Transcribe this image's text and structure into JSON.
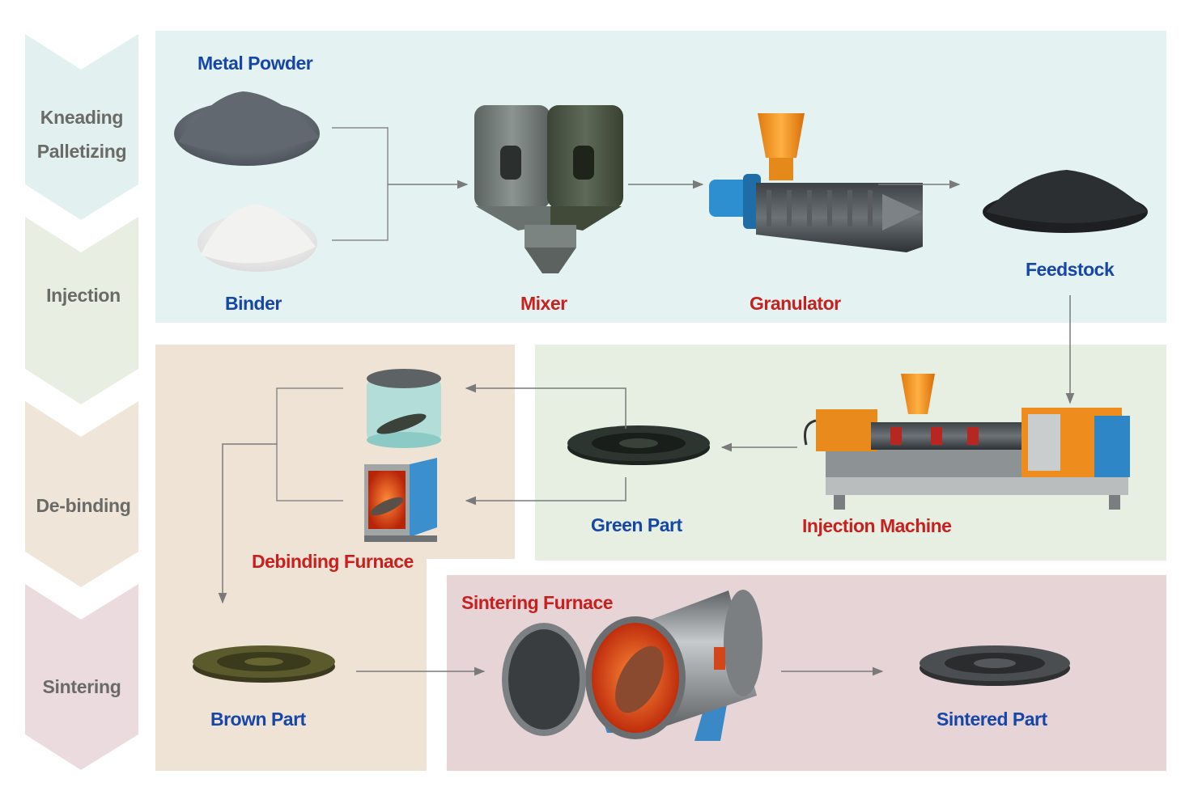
{
  "steps": [
    {
      "line1": "Kneading",
      "line2": "Palletizing"
    },
    {
      "line1": "Injection"
    },
    {
      "line1": "De-binding"
    },
    {
      "line1": "Sintering"
    }
  ],
  "labels": {
    "metal_powder": "Metal Powder",
    "binder": "Binder",
    "mixer": "Mixer",
    "granulator": "Granulator",
    "feedstock": "Feedstock",
    "injection_machine": "Injection Machine",
    "green_part": "Green Part",
    "debinding_furnace": "Debinding Furnace",
    "brown_part": "Brown Part",
    "sintering_furnace": "Sintering Furnace",
    "sintered_part": "Sintered Part"
  },
  "colors": {
    "panel_kneading": "#e4f2f2",
    "panel_injection": "#e7efe2",
    "panel_debinding": "#efe3d6",
    "panel_sintering": "#e6d4d7",
    "label_blue": "#1646a8",
    "label_red": "#c8201e"
  }
}
